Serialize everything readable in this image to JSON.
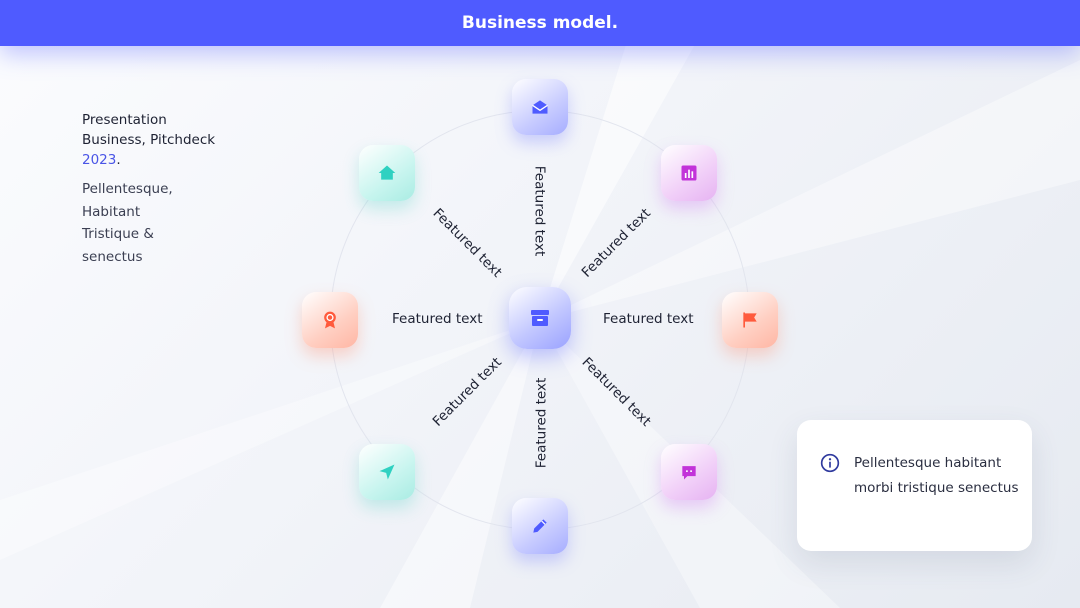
{
  "header": {
    "title": "Business model."
  },
  "sidebar": {
    "line1": "Presentation",
    "line2": "Business, Pitchdeck",
    "year": "2023",
    "period": ".",
    "desc": [
      "Pellentesque,",
      "Habitant",
      "Tristique &",
      "senectus"
    ]
  },
  "diagram": {
    "center_icon": "archive-box-icon",
    "nodes": [
      {
        "icon": "envelope-open-icon",
        "color": "#4f5bff"
      },
      {
        "icon": "bar-chart-icon",
        "color": "#c233d9"
      },
      {
        "icon": "flag-icon",
        "color": "#ff5a3c"
      },
      {
        "icon": "chat-bubble-icon",
        "color": "#c233d9"
      },
      {
        "icon": "pencil-icon",
        "color": "#4f5bff"
      },
      {
        "icon": "paper-plane-icon",
        "color": "#2fd1c1"
      },
      {
        "icon": "award-ribbon-icon",
        "color": "#ff5a3c"
      },
      {
        "icon": "home-icon",
        "color": "#2fd1c1"
      }
    ],
    "labels": [
      "Featured text",
      "Featured text",
      "Featured text",
      "Featured text",
      "Featured text",
      "Featured text",
      "Featured text",
      "Featured text"
    ]
  },
  "info_card": {
    "icon": "info-circle-icon",
    "line1": "Pellentesque habitant",
    "line2": "morbi tristique senectus"
  }
}
